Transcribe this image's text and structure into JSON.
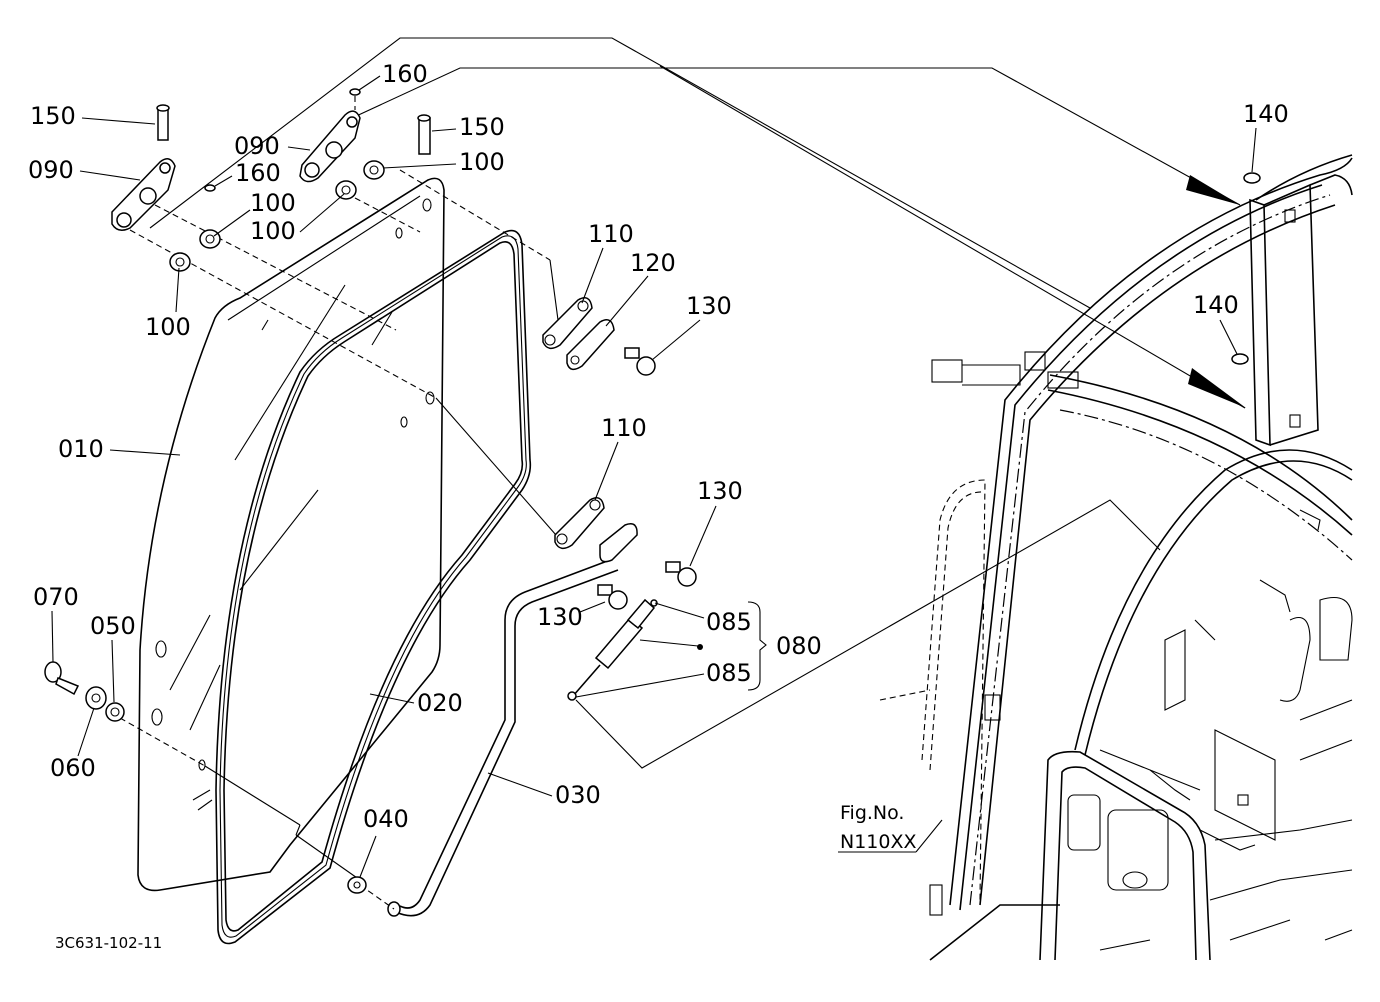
{
  "drawing_id": "3C631-102-11",
  "figure_ref": {
    "line1": "Fig.No.",
    "line2": "N110XX"
  },
  "parts": {
    "p010": "010",
    "p020": "020",
    "p030": "030",
    "p040": "040",
    "p050": "050",
    "p060": "060",
    "p070": "070",
    "p080": "080",
    "p085a": "085",
    "p085b": "085",
    "p090a": "090",
    "p090b": "090",
    "p100a": "100",
    "p100b": "100",
    "p100c": "100",
    "p100d": "100",
    "p110a": "110",
    "p110b": "110",
    "p120": "120",
    "p130a": "130",
    "p130b": "130",
    "p130c": "130",
    "p140a": "140",
    "p140b": "140",
    "p150a": "150",
    "p150b": "150",
    "p160a": "160",
    "p160b": "160"
  }
}
